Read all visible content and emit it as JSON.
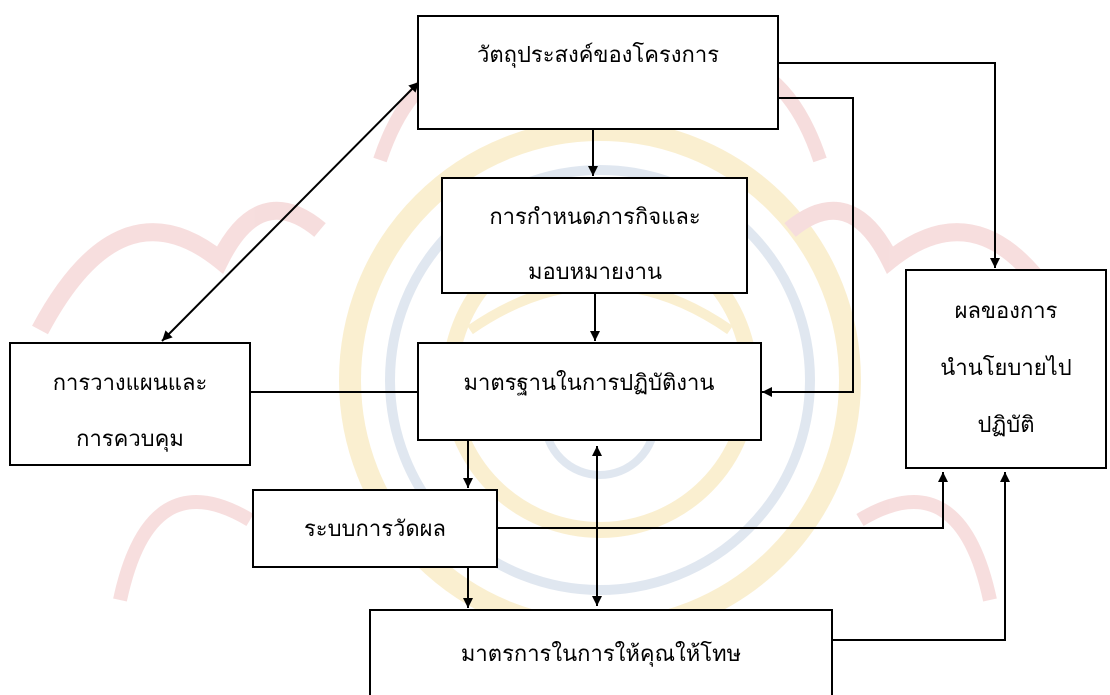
{
  "diagram": {
    "nodes": {
      "objectives": {
        "lines": [
          "วัตถุประสงค์ของโครงการ"
        ]
      },
      "mission": {
        "lines": [
          "การกำหนดภารกิจและ",
          "มอบหมายงาน"
        ]
      },
      "standards": {
        "lines": [
          "มาตรฐานในการปฏิบัติงาน"
        ]
      },
      "planning": {
        "lines": [
          "การวางแผนและ",
          "การควบคุม"
        ]
      },
      "outcome": {
        "lines": [
          "ผลของการ",
          "นำนโยบายไป",
          "ปฏิบัติ"
        ]
      },
      "measurement": {
        "lines": [
          "ระบบการวัดผล"
        ]
      },
      "incentives": {
        "lines": [
          "มาตรการในการให้คุณให้โทษ"
        ]
      }
    },
    "colors": {
      "watermark_red": "#e8a0a0",
      "watermark_gold": "#f2d27a",
      "watermark_blue": "#a9bcd6",
      "line": "#000000",
      "box_fill": "#ffffff"
    }
  }
}
